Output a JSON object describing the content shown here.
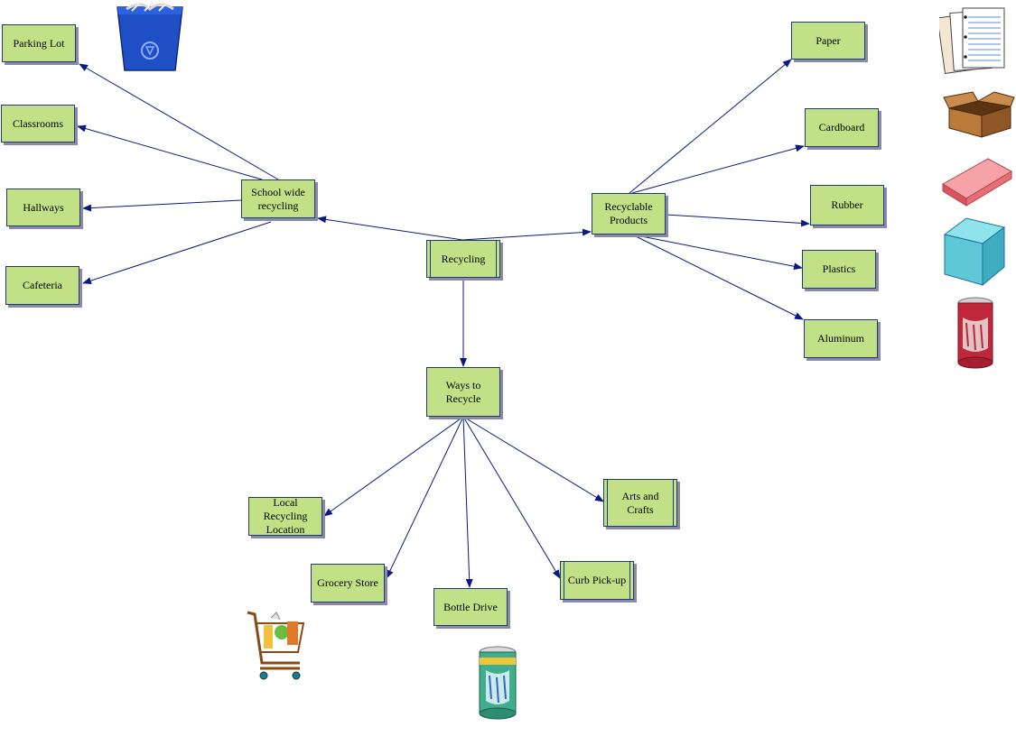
{
  "diagram": {
    "center": "Recycling",
    "branches": [
      {
        "label": "School wide recycling",
        "children": [
          "Parking Lot",
          "Classrooms",
          "Hallways",
          "Cafeteria"
        ]
      },
      {
        "label": "Recyclable Products",
        "children": [
          "Paper",
          "Cardboard",
          "Rubber",
          "Plastics",
          "Aluminum"
        ]
      },
      {
        "label": "Ways to Recycle",
        "children": [
          "Local Recycling Location",
          "Grocery Store",
          "Bottle Drive",
          "Curb Pick-up",
          "Arts and Crafts"
        ]
      }
    ]
  },
  "colors": {
    "node_fill": "#c2e085",
    "node_border": "#1f3a7a",
    "arrow": "#0a1a80"
  },
  "pictures": [
    "recycling-bin",
    "paper-sheets",
    "cardboard-box",
    "eraser",
    "plastic-cube",
    "soda-can-red",
    "shopping-cart",
    "soda-can-green"
  ]
}
